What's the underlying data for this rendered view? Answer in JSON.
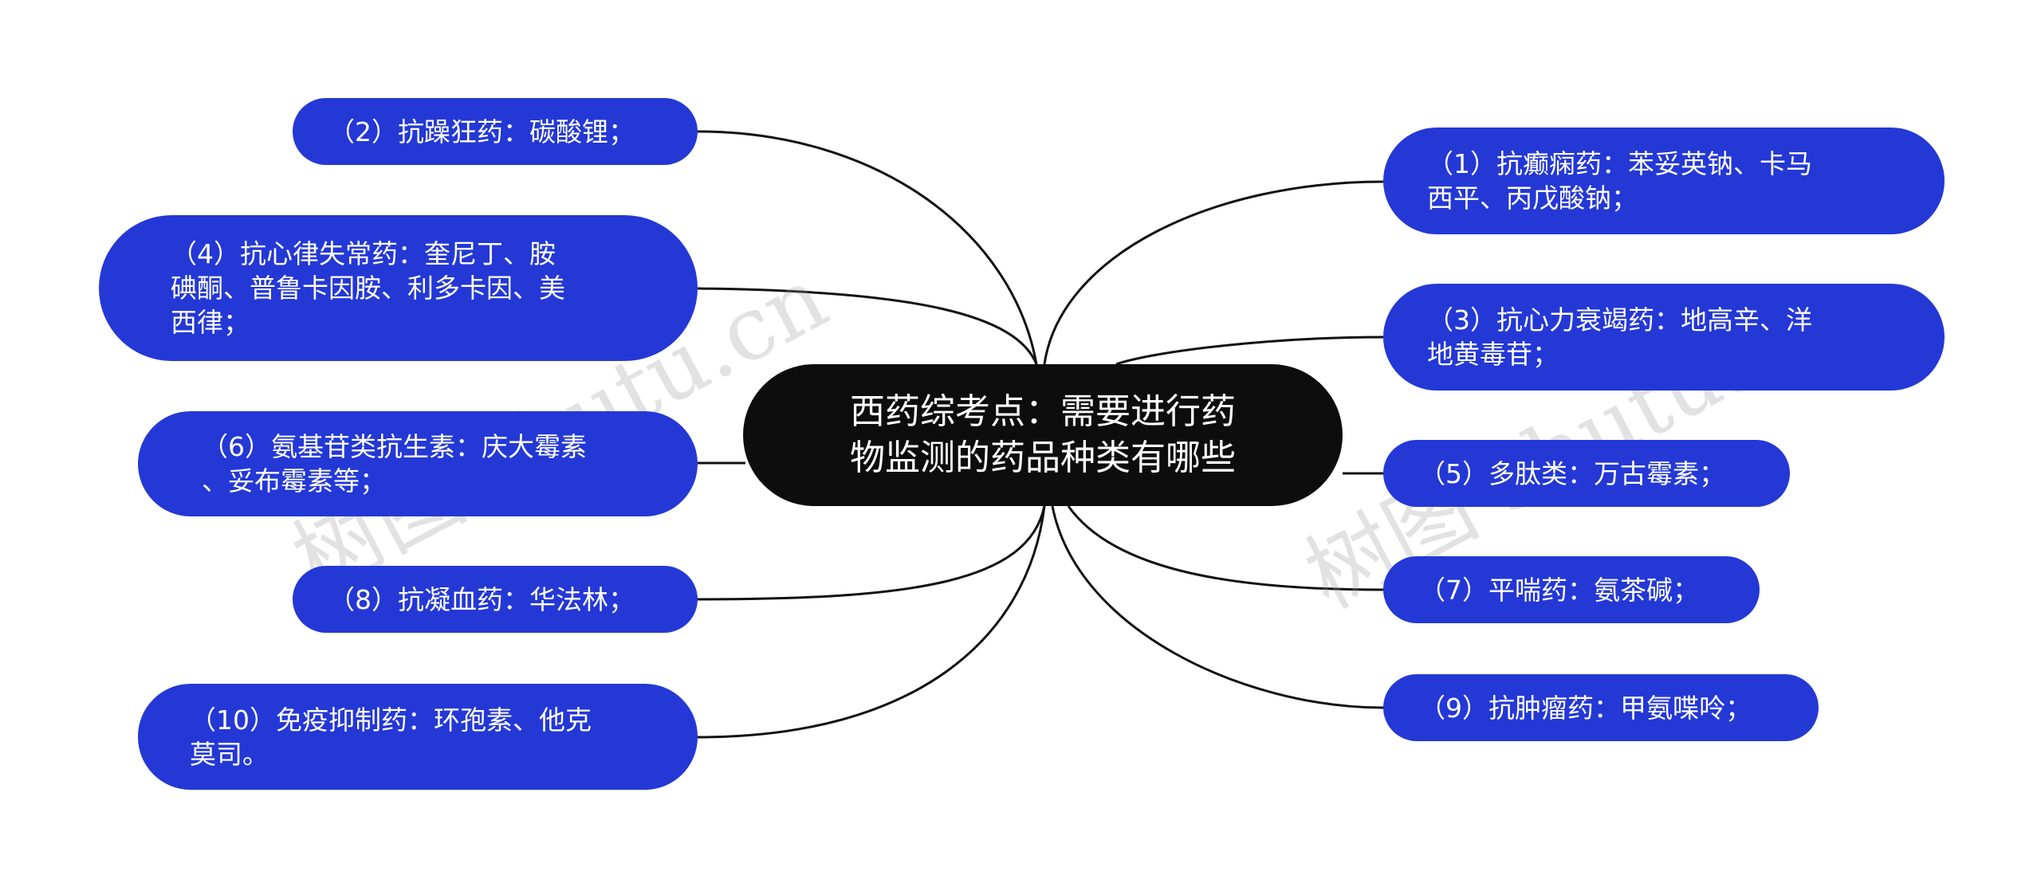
{
  "center": {
    "line1": "西药综考点：需要进行药",
    "line2": "物监测的药品种类有哪些"
  },
  "nodes": {
    "n1": {
      "line1": "（1）抗癫痫药：苯妥英钠、卡马",
      "line2": "西平、丙戊酸钠；"
    },
    "n2": {
      "line1": "（2）抗躁狂药：碳酸锂；"
    },
    "n3": {
      "line1": "（3）抗心力衰竭药：地高辛、洋",
      "line2": "地黄毒苷；"
    },
    "n4": {
      "line1": "（4）抗心律失常药：奎尼丁、胺",
      "line2": "碘酮、普鲁卡因胺、利多卡因、美",
      "line3": "西律；"
    },
    "n5": {
      "line1": "（5）多肽类：万古霉素；"
    },
    "n6": {
      "line1": "（6）氨基苷类抗生素：庆大霉素",
      "line2": "、妥布霉素等；"
    },
    "n7": {
      "line1": "（7）平喘药：氨茶碱；"
    },
    "n8": {
      "line1": "（8）抗凝血药：华法林；"
    },
    "n9": {
      "line1": "（9）抗肿瘤药：甲氨喋呤；"
    },
    "n10": {
      "line1": "（10）免疫抑制药：环孢素、他克",
      "line2": "莫司。"
    }
  },
  "watermark": {
    "left": "树图 shutu.cn",
    "right": "树图 shutu.cn"
  },
  "colors": {
    "node_fill": "#2438d6",
    "center_fill": "#0d0d0d",
    "link_stroke": "#111111",
    "text": "#ffffff"
  }
}
